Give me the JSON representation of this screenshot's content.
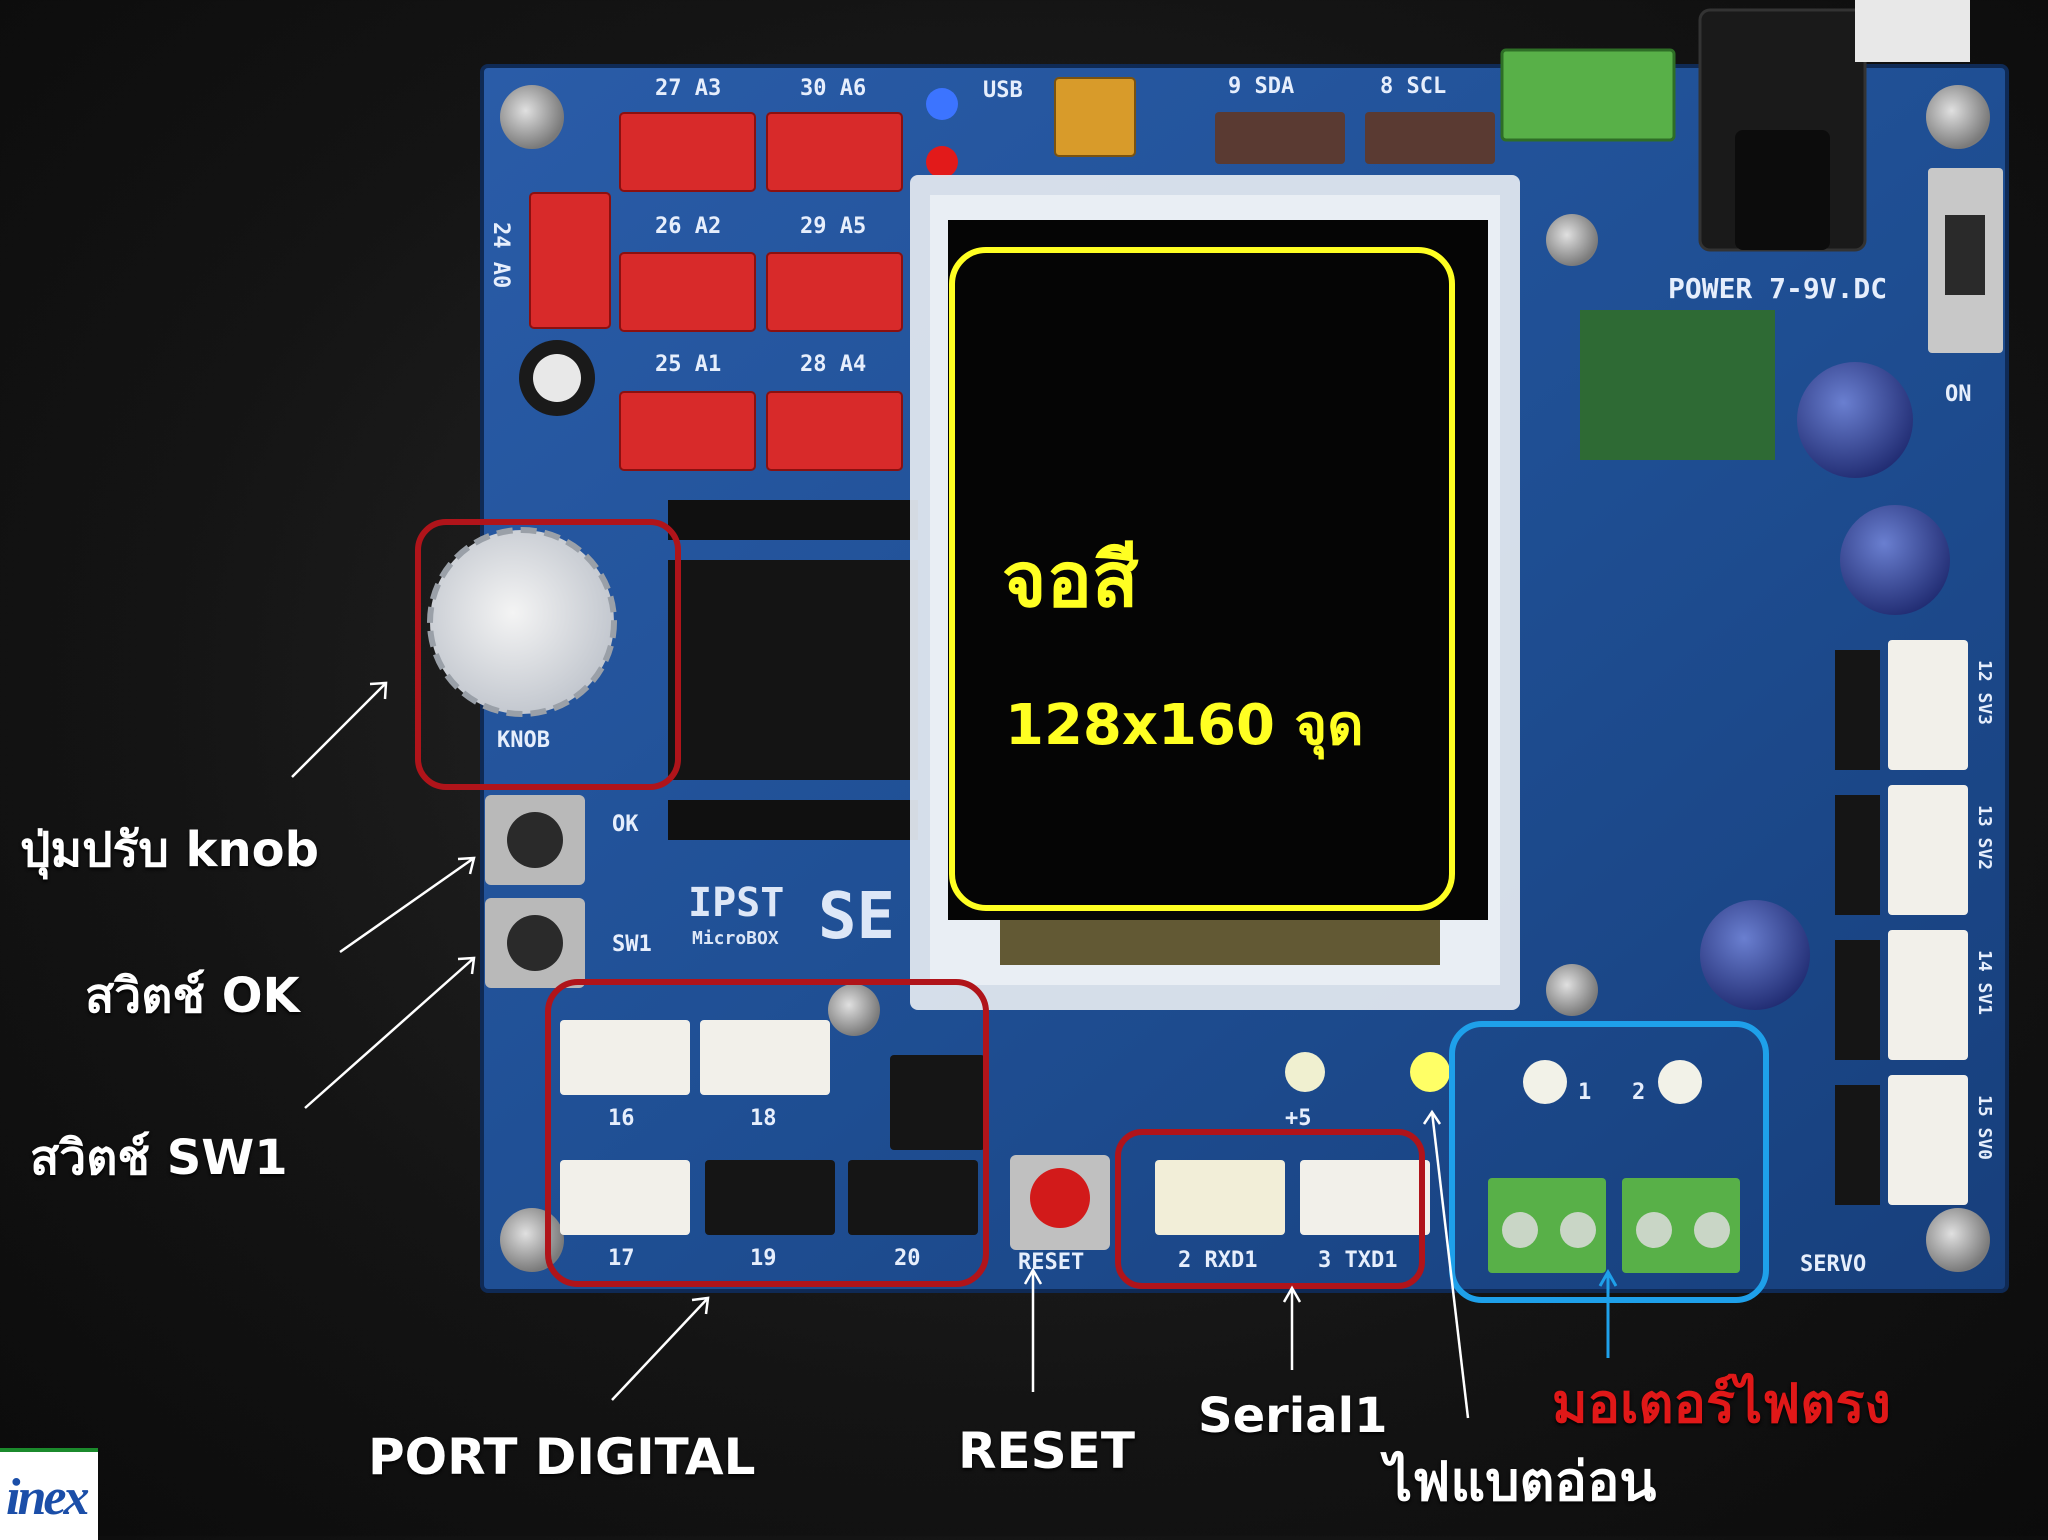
{
  "lcd": {
    "title": "จอสี",
    "resolution": "128x160 จุด"
  },
  "annotations": {
    "knob": "ปุ่มปรับ knob",
    "switch_ok": "สวิตช์ OK",
    "switch_sw1": "สวิตช์ SW1",
    "port_digital": "PORT DIGITAL",
    "reset": "RESET",
    "serial1": "Serial1",
    "battery_low": "ไฟแบตอ่อน",
    "dc_motor": "มอเตอร์ไฟตรง"
  },
  "board_silkscreen": {
    "power": "POWER 7-9V.DC",
    "on": "ON",
    "knob": "KNOB",
    "ok": "OK",
    "sw1": "SW1",
    "usb": "USB",
    "reset": "RESET",
    "servo": "SERVO",
    "sda": "9 SDA",
    "scl": "8 SCL",
    "a0": "24 A0",
    "a1": "25 A1",
    "a2": "26 A2",
    "a3": "27 A3",
    "a4": "28 A4",
    "a5": "29 A5",
    "a6": "30 A6",
    "port16": "16",
    "port17": "17",
    "port18": "18",
    "port19": "19",
    "port20": "20",
    "rxd1": "2 RXD1",
    "txd1": "3 TXD1",
    "plus5": "+5",
    "brand_main": "IPST",
    "brand_sub": "MicroBOX",
    "brand_se": "SE",
    "servo_ports": [
      "12 SV3",
      "13 SV2",
      "14 SV1",
      "15 SV0"
    ],
    "motor_ports": [
      "1",
      "2"
    ]
  },
  "logo": {
    "text": "inex"
  },
  "colors": {
    "board_blue": "#1f4f94",
    "highlight_red": "#b0141a",
    "highlight_blue": "#1ea0ea",
    "lcd_frame_yellow": "#ffff22",
    "motor_label_red": "#e01818",
    "connector_red": "#d82a2a",
    "terminal_green": "#58b048"
  }
}
